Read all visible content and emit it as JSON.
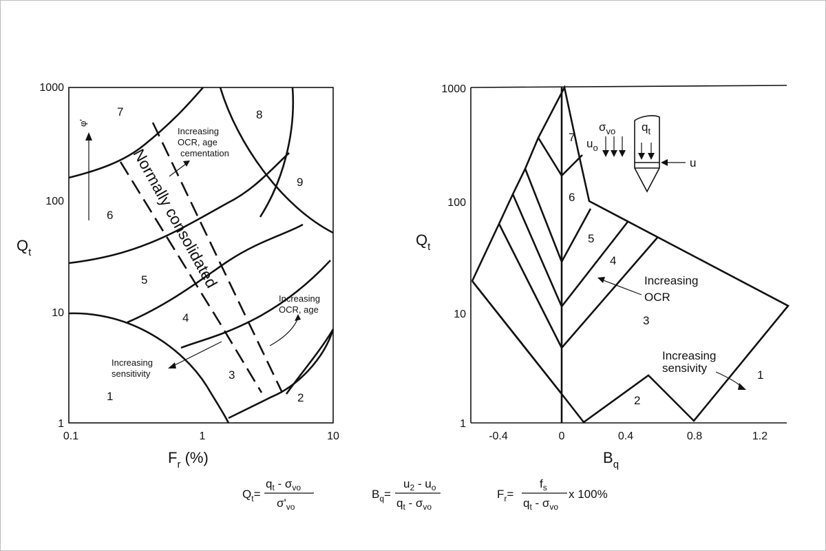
{
  "left_chart": {
    "y_ticks": [
      "1000",
      "100",
      "10",
      "1"
    ],
    "x_ticks": [
      "0.1",
      "1",
      "10"
    ],
    "y_label": "Q",
    "y_label_sub": "t",
    "x_label": "F",
    "x_label_sub": "r",
    "x_label_unit": " (%)",
    "zones": [
      "7",
      "8",
      "9",
      "6",
      "5",
      "4",
      "3",
      "1",
      "2"
    ],
    "phi_label": "φ'",
    "normally_consolidated": "Normally consolidated",
    "ann_ocr_cementation": [
      "Increasing",
      "OCR, age",
      "cementation"
    ],
    "ann_ocr_age": [
      "Increasing",
      "OCR, age"
    ],
    "ann_sensitivity": [
      "Increasing",
      "sensitivity"
    ]
  },
  "right_chart": {
    "y_ticks": [
      "1000",
      "100",
      "10",
      "1"
    ],
    "x_ticks": [
      "-0.4",
      "0",
      "0.4",
      "0.8",
      "1.2"
    ],
    "y_label": "Q",
    "y_label_sub": "t",
    "x_label": "B",
    "x_label_sub": "q",
    "zones": [
      "7",
      "6",
      "5",
      "4",
      "3",
      "2",
      "1"
    ],
    "ann_ocr": [
      "Increasing",
      "OCR"
    ],
    "ann_sensitivity": [
      "Increasing",
      "sensivity"
    ],
    "cone": {
      "sigma_vo": "σ",
      "sigma_vo_sub": "vo",
      "u_o": "u",
      "u_o_sub": "o",
      "q_t": "q",
      "q_t_sub": "t",
      "u": "u"
    }
  },
  "equations": {
    "qt": {
      "lhs": "Q",
      "lhs_sub": "t",
      "eq": "=",
      "num": "q",
      "num_sub": "t",
      "num_rest": " - σ",
      "num_rest_sub": "vo",
      "den": "σ'",
      "den_sub": "vo"
    },
    "bq": {
      "lhs": "B",
      "lhs_sub": "q",
      "eq": "=",
      "num": "u",
      "num_sub": "2",
      "num_rest": " - u",
      "num_rest_sub": "o",
      "den": "q",
      "den_sub": "t",
      "den_rest": " - σ",
      "den_rest_sub": "vo"
    },
    "fr": {
      "lhs": "F",
      "lhs_sub": "r",
      "eq": "=",
      "num": "f",
      "num_sub": "s",
      "den": "q",
      "den_sub": "t",
      "den_rest": " - σ",
      "den_rest_sub": "vo",
      "suffix": " x 100%"
    }
  }
}
